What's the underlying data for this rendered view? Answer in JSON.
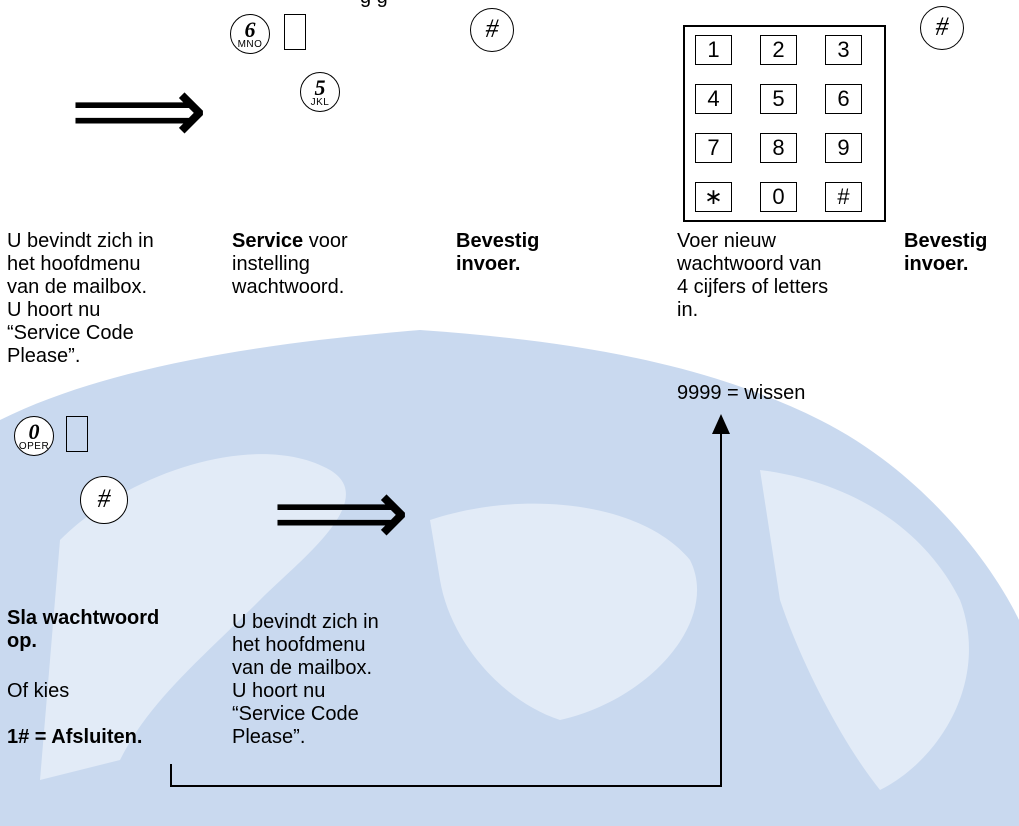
{
  "header_fragment": "g               g",
  "keys": {
    "six": {
      "num": "6",
      "sub": "MNO"
    },
    "five": {
      "num": "5",
      "sub": "JKL"
    },
    "zero": {
      "num": "0",
      "sub": "OPER"
    },
    "hash": "#"
  },
  "keypad": [
    "1",
    "2",
    "3",
    "4",
    "5",
    "6",
    "7",
    "8",
    "9",
    "∗",
    "0",
    "#"
  ],
  "arrow": "⟹",
  "steps": {
    "s1": "U bevindt zich in\nhet hoofdmenu\nvan de mailbox.\nU hoort nu\n“Service Code\nPlease”.",
    "s2_bold": "Service",
    "s2_rest": " voor\ninstelling\nwachtwoord.",
    "s3": "Bevestig\ninvoer.",
    "s4": "Voer nieuw\nwachtwoord van\n4 cijfers of letters\nin.",
    "s4_note": "9999 = wissen",
    "s5": "Bevestig\ninvoer.",
    "s6_bold": "Sla wachtwoord\nop.",
    "s6_or": "Of kies",
    "s6_exit": "1# = Afsluiten.",
    "s7": "U bevindt zich in\nhet hoofdmenu\nvan de mailbox.\nU hoort nu\n“Service Code\nPlease”."
  },
  "colors": {
    "watermark": "#c9d9ef",
    "watermark_light": "#e2ebf7"
  }
}
